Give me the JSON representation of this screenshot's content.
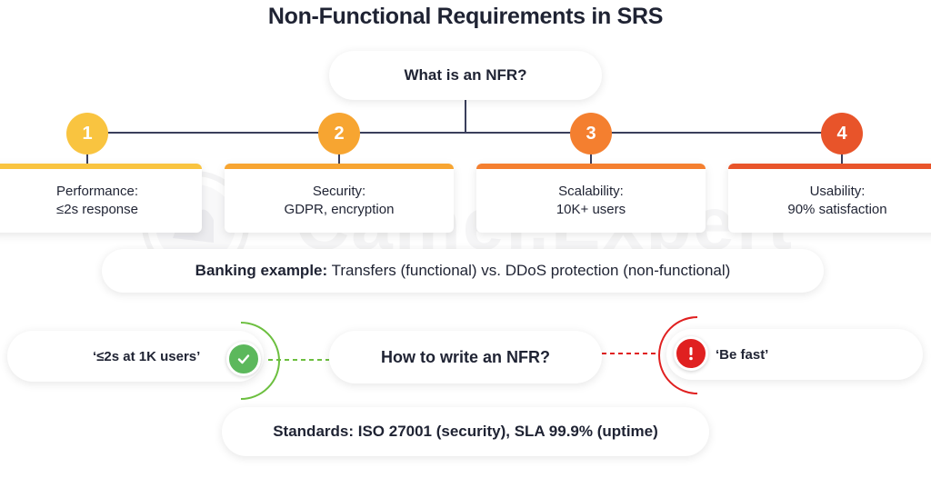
{
  "title": "Non-Functional Requirements in SRS",
  "root": {
    "label": "What is an NFR?"
  },
  "categories": [
    {
      "number": "1",
      "title": "Performance:",
      "detail": "≤2s response",
      "color": "#f9c440"
    },
    {
      "number": "2",
      "title": "Security:",
      "detail": "GDPR, encryption",
      "color": "#f7a531"
    },
    {
      "number": "3",
      "title": "Scalability:",
      "detail": "10K+ users",
      "color": "#f47f2f"
    },
    {
      "number": "4",
      "title": "Usability:",
      "detail": "90% satisfaction",
      "color": "#e8542a"
    }
  ],
  "banking_example": {
    "label": "Banking example:",
    "text": " Transfers (functional) vs. DDoS protection (non-functional)"
  },
  "how_to": {
    "label": "How to write an NFR?",
    "good": {
      "text": "‘≤2s at 1K users’",
      "icon": "check-icon",
      "color": "#5cb85c"
    },
    "bad": {
      "text": "‘Be fast’",
      "icon": "exclamation-icon",
      "color": "#e02020"
    }
  },
  "standards": {
    "text": "Standards: ISO 27001 (security), SLA 99.9% (uptime)"
  },
  "watermark": {
    "text": "Camel.Expert"
  }
}
